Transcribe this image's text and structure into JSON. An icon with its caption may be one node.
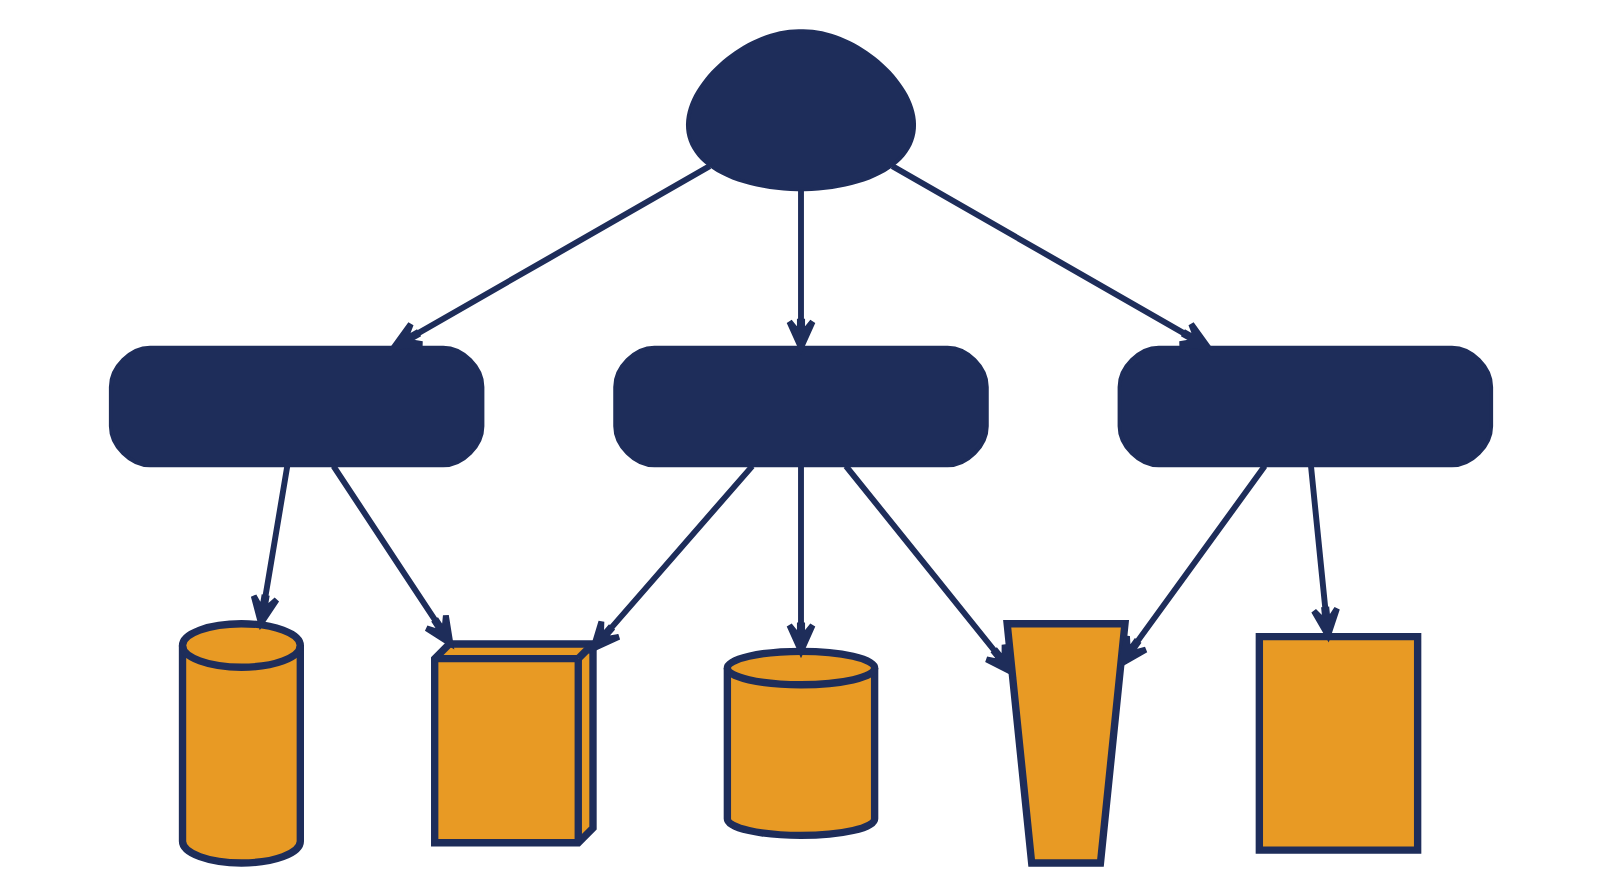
{
  "diagram": {
    "nodes": [
      {
        "text": [],
        "shape": "cloud"
      },
      {
        "text": [],
        "shape": "box"
      },
      {
        "text": [],
        "shape": "box"
      },
      {
        "text": [],
        "shape": "box"
      },
      {
        "text": [],
        "shape": "bottle"
      },
      {
        "text": [],
        "shape": "box"
      },
      {
        "text": [],
        "shape": "jar"
      },
      {
        "text": [],
        "shape": "tube"
      },
      {
        "text": [],
        "shape": "bag"
      }
    ],
    "edges": [
      {
        "from": 0,
        "to": 1,
        "arrow": "to"
      },
      {
        "from": 0,
        "to": 2,
        "arrow": "to"
      },
      {
        "from": 0,
        "to": 3,
        "arrow": "to"
      },
      {
        "from": 1,
        "to": 4,
        "arrow": "to"
      },
      {
        "from": 1,
        "to": 5,
        "arrow": "to"
      },
      {
        "from": 2,
        "to": 5,
        "arrow": "to"
      },
      {
        "from": 2,
        "to": 6,
        "arrow": "to"
      },
      {
        "from": 2,
        "to": 7,
        "arrow": "to"
      },
      {
        "from": 3,
        "to": 7,
        "arrow": "to"
      },
      {
        "from": 3,
        "to": 8,
        "arrow": "to"
      }
    ]
  }
}
